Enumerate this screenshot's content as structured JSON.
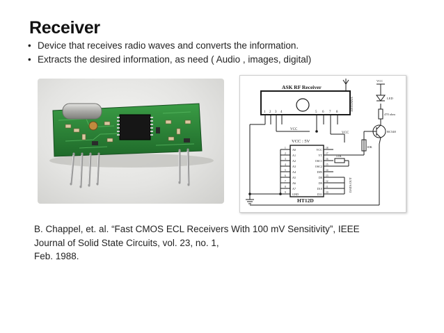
{
  "slide": {
    "title": "Receiver",
    "bullets": [
      "Device that receives radio waves and converts the information.",
      "Extracts the desired information, as need ( Audio , images, digital)"
    ],
    "bullet_glyph": "•",
    "citation_lines": [
      "B. Chappel, et. al. “Fast CMOS ECL Receivers With 100 mV Sensitivity”, IEEE",
      "Journal of Solid State Circuits, vol. 23, no. 1,",
      "Feb. 1988."
    ]
  },
  "schematic": {
    "module_label": "ASK RF Receiver",
    "module_pins": [
      "1",
      "2",
      "3",
      "4",
      "5",
      "6",
      "7",
      "8"
    ],
    "antenna_label": "ANTENNA",
    "vcc_label": "VCC",
    "ic_power_label": "VCC : 5V",
    "ic_name": "HT12D",
    "ic_left_pins": [
      "A0",
      "A1",
      "A2",
      "A3",
      "A4",
      "A5",
      "A6",
      "A7",
      "GND"
    ],
    "ic_right_pins": [
      "VCC",
      "VT",
      "OSC1",
      "OSC2",
      "DIN",
      "D8",
      "D9",
      "D10",
      "D11"
    ],
    "ic_left_numbers": [
      "1",
      "2",
      "3",
      "4",
      "5",
      "6",
      "7",
      "8",
      "9"
    ],
    "ic_right_numbers": [
      "18",
      "17",
      "16",
      "15",
      "14",
      "13",
      "12",
      "11",
      "10"
    ],
    "osc_resistor": "51K",
    "base_resistor": "10K",
    "led_label": "LED",
    "led_resistor": "470 ohm",
    "transistor": "BC548",
    "data_out_label": "DATA OUT"
  },
  "colors": {
    "pcb_green": "#2e8a3a",
    "pcb_dark": "#1f6a2a",
    "crystal_silver": "#b9b9b6",
    "chip_black": "#161616",
    "pin_metal": "#c8c8c8",
    "ink": "#1a1a1a"
  }
}
